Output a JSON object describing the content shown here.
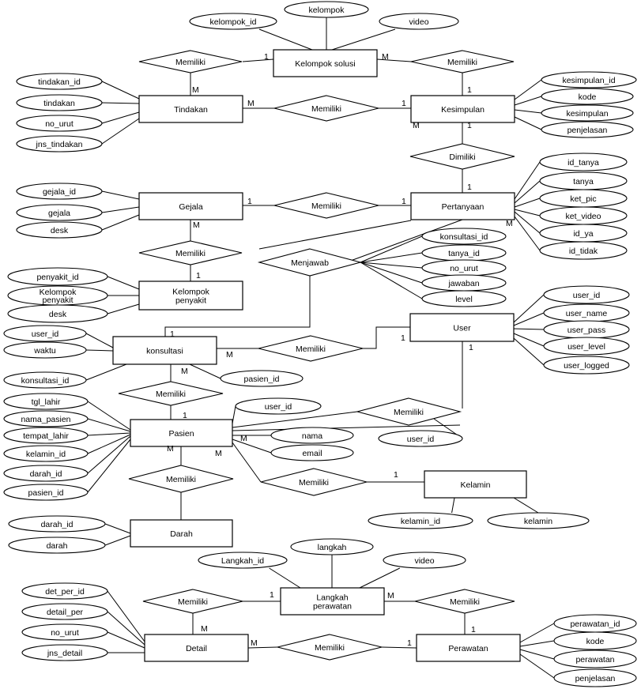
{
  "entities": [
    {
      "id": "kelompok_solusi",
      "label": "Kelompok solusi"
    },
    {
      "id": "tindakan",
      "label": "Tindakan"
    },
    {
      "id": "kesimpulan",
      "label": "Kesimpulan"
    },
    {
      "id": "gejala",
      "label": "Gejala"
    },
    {
      "id": "pertanyaan",
      "label": "Pertanyaan"
    },
    {
      "id": "kelompok_penyakit",
      "label": "Kelompok penyakit"
    },
    {
      "id": "konsultasi",
      "label": "konsultasi"
    },
    {
      "id": "user",
      "label": "User"
    },
    {
      "id": "pasien",
      "label": "Pasien"
    },
    {
      "id": "kelamin",
      "label": "Kelamin"
    },
    {
      "id": "darah",
      "label": "Darah"
    },
    {
      "id": "langkah_perawatan",
      "label": "Langkah perawatan"
    },
    {
      "id": "detail",
      "label": "Detail"
    },
    {
      "id": "perawatan",
      "label": "Perawatan"
    }
  ],
  "relationships": [
    {
      "id": "r_ks_tindakan",
      "label": "Memiliki"
    },
    {
      "id": "r_ks_kesimpulan",
      "label": "Memiliki"
    },
    {
      "id": "r_tindakan_kesimpulan",
      "label": "Memiliki"
    },
    {
      "id": "r_kesimpulan_pertanyaan",
      "label": "Dimiliki"
    },
    {
      "id": "r_gejala_pertanyaan",
      "label": "Memiliki"
    },
    {
      "id": "r_gejala_kp",
      "label": "Memiliki"
    },
    {
      "id": "r_menjawab",
      "label": "Menjawab"
    },
    {
      "id": "r_konsultasi_user",
      "label": "Memiliki"
    },
    {
      "id": "r_konsultasi_pasien",
      "label": "Memiliki"
    },
    {
      "id": "r_user_pasien",
      "label": "Memiliki"
    },
    {
      "id": "r_pasien_kelamin",
      "label": "Memiliki"
    },
    {
      "id": "r_pasien_darah",
      "label": "Memiliki"
    },
    {
      "id": "r_lp_detail",
      "label": "Memiliki"
    },
    {
      "id": "r_lp_perawatan",
      "label": "Memiliki"
    },
    {
      "id": "r_detail_perawatan",
      "label": "Memiliki"
    }
  ],
  "attributes": [
    {
      "owner": "kelompok_solusi",
      "label": "kelompok_id"
    },
    {
      "owner": "kelompok_solusi",
      "label": "kelompok"
    },
    {
      "owner": "kelompok_solusi",
      "label": "video"
    },
    {
      "owner": "tindakan",
      "label": "tindakan_id"
    },
    {
      "owner": "tindakan",
      "label": "tindakan"
    },
    {
      "owner": "tindakan",
      "label": "no_urut"
    },
    {
      "owner": "tindakan",
      "label": "jns_tindakan"
    },
    {
      "owner": "kesimpulan",
      "label": "kesimpulan_id"
    },
    {
      "owner": "kesimpulan",
      "label": "kode"
    },
    {
      "owner": "kesimpulan",
      "label": "kesimpulan"
    },
    {
      "owner": "kesimpulan",
      "label": "penjelasan"
    },
    {
      "owner": "pertanyaan",
      "label": "id_tanya"
    },
    {
      "owner": "pertanyaan",
      "label": "tanya"
    },
    {
      "owner": "pertanyaan",
      "label": "ket_pic"
    },
    {
      "owner": "pertanyaan",
      "label": "ket_video"
    },
    {
      "owner": "pertanyaan",
      "label": "id_ya"
    },
    {
      "owner": "pertanyaan",
      "label": "id_tidak"
    },
    {
      "owner": "gejala",
      "label": "gejala_id"
    },
    {
      "owner": "gejala",
      "label": "gejala"
    },
    {
      "owner": "gejala",
      "label": "desk"
    },
    {
      "owner": "kelompok_penyakit",
      "label": "penyakit_id"
    },
    {
      "owner": "kelompok_penyakit",
      "label": "Kelompok penyakit"
    },
    {
      "owner": "kelompok_penyakit",
      "label": "desk"
    },
    {
      "owner": "r_menjawab",
      "label": "konsultasi_id"
    },
    {
      "owner": "r_menjawab",
      "label": "tanya_id"
    },
    {
      "owner": "r_menjawab",
      "label": "no_urut"
    },
    {
      "owner": "r_menjawab",
      "label": "jawaban"
    },
    {
      "owner": "r_menjawab",
      "label": "level"
    },
    {
      "owner": "konsultasi",
      "label": "user_id"
    },
    {
      "owner": "konsultasi",
      "label": "waktu"
    },
    {
      "owner": "konsultasi",
      "label": "konsultasi_id"
    },
    {
      "owner": "konsultasi",
      "label": "pasien_id"
    },
    {
      "owner": "user",
      "label": "user_id"
    },
    {
      "owner": "user",
      "label": "user_name"
    },
    {
      "owner": "user",
      "label": "user_pass"
    },
    {
      "owner": "user",
      "label": "user_level"
    },
    {
      "owner": "user",
      "label": "user_logged"
    },
    {
      "owner": "pasien",
      "label": "tgl_lahir"
    },
    {
      "owner": "pasien",
      "label": "nama_pasien"
    },
    {
      "owner": "pasien",
      "label": "tempat_lahir"
    },
    {
      "owner": "pasien",
      "label": "kelamin_id"
    },
    {
      "owner": "pasien",
      "label": "darah_id"
    },
    {
      "owner": "pasien",
      "label": "pasien_id"
    },
    {
      "owner": "pasien",
      "label": "user_id"
    },
    {
      "owner": "pasien",
      "label": "nama"
    },
    {
      "owner": "pasien",
      "label": "email"
    },
    {
      "owner": "r_user_pasien",
      "label": "user_id"
    },
    {
      "owner": "kelamin",
      "label": "kelamin_id"
    },
    {
      "owner": "kelamin",
      "label": "kelamin"
    },
    {
      "owner": "darah",
      "label": "darah_id"
    },
    {
      "owner": "darah",
      "label": "darah"
    },
    {
      "owner": "langkah_perawatan",
      "label": "Langkah_id"
    },
    {
      "owner": "langkah_perawatan",
      "label": "langkah"
    },
    {
      "owner": "langkah_perawatan",
      "label": "video"
    },
    {
      "owner": "detail",
      "label": "det_per_id"
    },
    {
      "owner": "detail",
      "label": "detail_per"
    },
    {
      "owner": "detail",
      "label": "no_urut"
    },
    {
      "owner": "detail",
      "label": "jns_detail"
    },
    {
      "owner": "perawatan",
      "label": "perawatan_id"
    },
    {
      "owner": "perawatan",
      "label": "kode"
    },
    {
      "owner": "perawatan",
      "label": "perawatan"
    },
    {
      "owner": "perawatan",
      "label": "penjelasan"
    }
  ],
  "cardinalities": [
    {
      "rel": "r_ks_tindakan",
      "end": "kelompok_solusi",
      "label": "1"
    },
    {
      "rel": "r_ks_tindakan",
      "end": "tindakan",
      "label": "M"
    },
    {
      "rel": "r_ks_kesimpulan",
      "end": "kelompok_solusi",
      "label": "M"
    },
    {
      "rel": "r_ks_kesimpulan",
      "end": "kesimpulan",
      "label": "1"
    },
    {
      "rel": "r_tindakan_kesimpulan",
      "end": "tindakan",
      "label": "M"
    },
    {
      "rel": "r_tindakan_kesimpulan",
      "end": "kesimpulan",
      "label": "1"
    },
    {
      "rel": "r_kesimpulan_pertanyaan",
      "end": "kesimpulan",
      "label": "M"
    },
    {
      "rel": "r_kesimpulan_pertanyaan",
      "end": "kesimpulan",
      "label": "1"
    },
    {
      "rel": "r_kesimpulan_pertanyaan",
      "end": "pertanyaan",
      "label": "1"
    },
    {
      "rel": "r_gejala_pertanyaan",
      "end": "gejala",
      "label": "1"
    },
    {
      "rel": "r_gejala_pertanyaan",
      "end": "pertanyaan",
      "label": "1"
    },
    {
      "rel": "r_gejala_kp",
      "end": "gejala",
      "label": "M"
    },
    {
      "rel": "r_gejala_kp",
      "end": "kelompok_penyakit",
      "label": "1"
    },
    {
      "rel": "r_menjawab",
      "end": "pertanyaan",
      "label": "M"
    },
    {
      "rel": "r_menjawab",
      "end": "konsultasi",
      "label": "1"
    },
    {
      "rel": "r_konsultasi_user",
      "end": "konsultasi",
      "label": "M"
    },
    {
      "rel": "r_konsultasi_user",
      "end": "user",
      "label": "1"
    },
    {
      "rel": "r_konsultasi_pasien",
      "end": "konsultasi",
      "label": "M"
    },
    {
      "rel": "r_konsultasi_pasien",
      "end": "pasien",
      "label": "1"
    },
    {
      "rel": "r_user_pasien",
      "end": "user",
      "label": "1"
    },
    {
      "rel": "r_user_pasien",
      "end": "pasien",
      "label": "M"
    },
    {
      "rel": "r_pasien_kelamin",
      "end": "pasien",
      "label": "M"
    },
    {
      "rel": "r_pasien_kelamin",
      "end": "kelamin",
      "label": "1"
    },
    {
      "rel": "r_pasien_darah",
      "end": "pasien",
      "label": "M"
    },
    {
      "rel": "r_lp_detail",
      "end": "langkah_perawatan",
      "label": "1"
    },
    {
      "rel": "r_lp_detail",
      "end": "detail",
      "label": "M"
    },
    {
      "rel": "r_lp_perawatan",
      "end": "langkah_perawatan",
      "label": "M"
    },
    {
      "rel": "r_lp_perawatan",
      "end": "perawatan",
      "label": "1"
    },
    {
      "rel": "r_detail_perawatan",
      "end": "detail",
      "label": "M"
    },
    {
      "rel": "r_detail_perawatan",
      "end": "perawatan",
      "label": "1"
    }
  ]
}
